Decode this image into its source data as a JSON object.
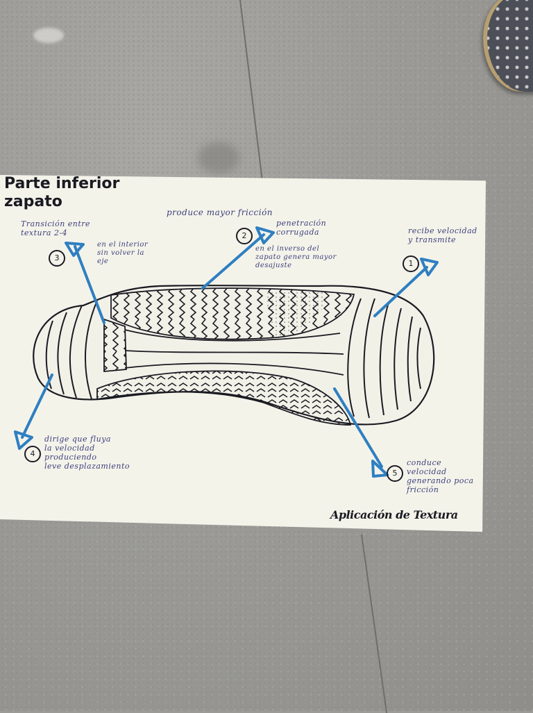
{
  "title": "Parte inferior\nzapato",
  "notes": {
    "n1": "recibe velocidad\ny transmite",
    "n2_top": "produce mayor fricción",
    "n2": "penetración\ncorrugada",
    "n2_sub": "en el inverso del\nzapato genera mayor\ndesajuste",
    "n3": "Transición entre\ntextura 2-4",
    "n3_sub": "en el interior\nsin volver la\neje",
    "n4": "dirige que fluya\nla velocidad\nproduciendo\nleve desplazamiento",
    "n5": "conduce\nvelocidad\ngenerando poca\nfricción"
  },
  "numbers": {
    "one": "1",
    "two": "2",
    "three": "3",
    "four": "4",
    "five": "5"
  },
  "footer": "Aplicación de Textura",
  "colors": {
    "ink": "#1a1a22",
    "arrow_blue": "#2e7fc1",
    "card": "#f4f3ea"
  }
}
